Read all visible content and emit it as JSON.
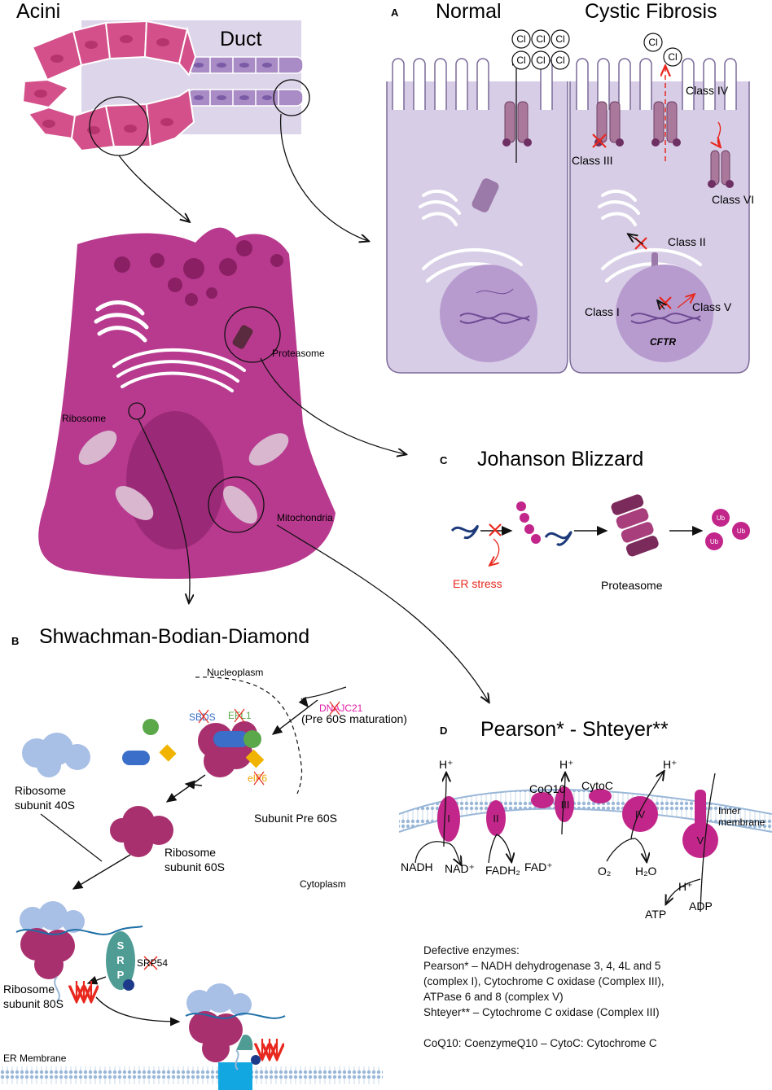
{
  "overview": {
    "acini": "Acini",
    "duct": "Duct",
    "proteasome": "Proteasome",
    "ribosome": "Ribosome",
    "mitochondria": "Mitochondria"
  },
  "panel_a": {
    "letter": "A",
    "normal": "Normal",
    "cf": "Cystic Fibrosis",
    "cl": "Cl",
    "class_1": "Class I",
    "class_2": "Class II",
    "class_3": "Class III",
    "class_4": "Class IV",
    "class_5": "Class V",
    "class_6": "Class VI",
    "gene": "CFTR"
  },
  "panel_b": {
    "letter": "B",
    "title": "Shwachman-Bodian-Diamond",
    "nucleoplasm": "Nucleoplasm",
    "dnajc21": "DNAJC21",
    "pre60s_maturation": "(Pre 60S maturation)",
    "sbds": "SBDS",
    "efl1": "EFL1",
    "eif6": "eIF6",
    "subunit_pre60s": "Subunit Pre 60S",
    "subunit_40s": "Ribosome subunit 40S",
    "subunit_60s": "Ribosome subunit 60S",
    "cytoplasm": "Cytoplasm",
    "srp": [
      "S",
      "R",
      "P"
    ],
    "srp54": "SRP54",
    "subunit_80s": "Ribosome subunit 80S",
    "er_membrane": "ER Membrane"
  },
  "panel_c": {
    "letter": "C",
    "title": "Johanson Blizzard",
    "er_stress": "ER stress",
    "proteasome": "Proteasome",
    "ub": "Ub"
  },
  "panel_d": {
    "letter": "D",
    "title": "Pearson* - Shteyer**",
    "coq10": "CoQ10",
    "cytoc": "CytoC",
    "inner_membrane": "Inner membrane",
    "nadh": "NADH",
    "nad": "NAD⁺",
    "fadh2": "FADH₂",
    "fad": "FAD⁺",
    "o2": "O₂",
    "h2o": "H₂O",
    "atp": "ATP",
    "adp": "ADP",
    "h_plus": "H⁺",
    "complexes": [
      "I",
      "II",
      "III",
      "IV",
      "V"
    ],
    "notes": [
      "Defective enzymes:",
      "Pearson* – NADH dehydrogenase 3, 4, 4L and 5",
      "(complex I), Cytochrome C oxidase (Complex III),",
      "ATPase 6 and 8 (complex V)",
      "Shteyer** – Cytochrome C oxidase (Complex III)",
      "",
      "CoQ10: CoenzymeQ10 – CytoC: Cytochrome C"
    ]
  },
  "colors": {
    "acinar_pink": "#d4508a",
    "cell_magenta": "#b83a8f",
    "duct_purple": "#a98bc6",
    "epithelium_lavender": "#d7cde6",
    "complex_magenta": "#c2268a",
    "ribosome_plum": "#a8306e",
    "ribosome_blue": "#a8bfe6",
    "error_red": "#e8281e"
  }
}
